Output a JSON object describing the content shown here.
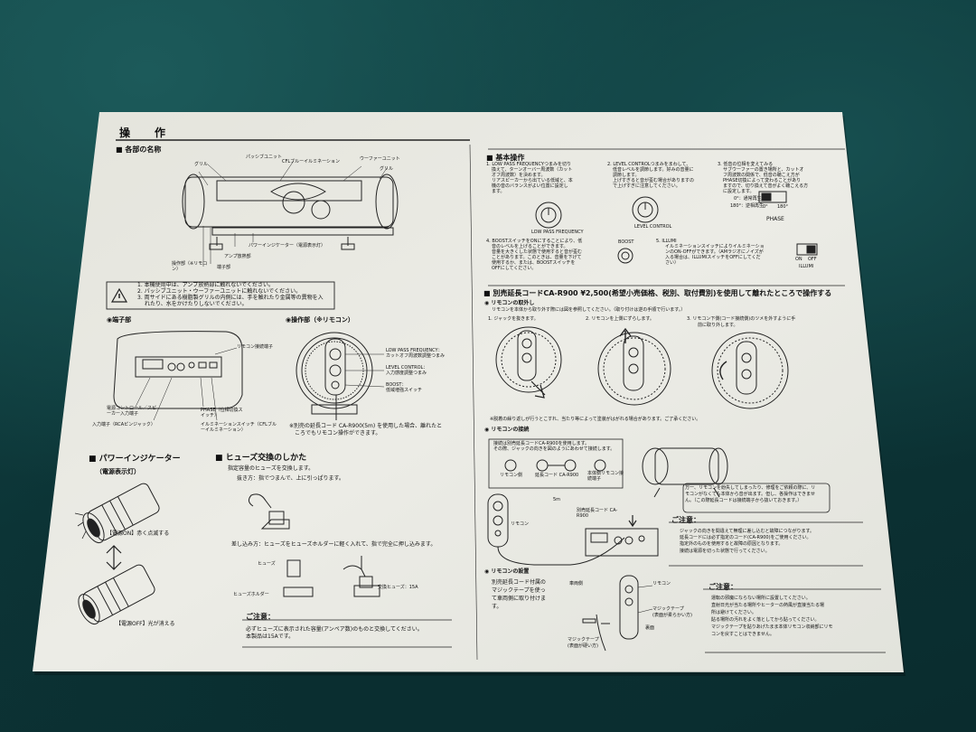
{
  "scene": {
    "cloth_color": "#0d3b3d",
    "paper_color": "#e9e9e2",
    "ink_color": "#111111"
  },
  "manual": {
    "title": "操　　作",
    "left": {
      "parts_heading": "■ 各部の名称",
      "parts_labels": [
        "パッシブユニット",
        "CFLブルーイルミネーション",
        "ウーファーユニット",
        "グリル",
        "グリル",
        "パワーインジケーター（電源表示灯）",
        "アンプ放熱部",
        "端子部",
        "操作部（※リモコン）"
      ],
      "caution": [
        "1. 本機使用中は、アンプ放熱部に触れないでください。",
        "2. パッシブユニット・ウーファーユニットに触れないでください。",
        "3. 両サイドにある樹脂製グリルの内側には、手を触れたり金属等の異物を入",
        "れたり、水をかけたりしないでください。"
      ],
      "terminal_heading": "◉端子部",
      "terminal_labels": [
        "リモコン接続端子",
        "電源コントロール／スピーカー入力端子",
        "入力端子（RCAピンジャック）",
        "PHASE（位相切換スイッチ）",
        "イルミネーションスイッチ（CFLブルーイルミネーション）"
      ],
      "control_heading": "◉操作部（※リモコン）",
      "control_labels": [
        "LOW PASS FREQUENCY：",
        "カットオフ周波数調整つまみ",
        "LEVEL CONTROL：",
        "入力感度調整つまみ",
        "BOOST：",
        "低域増強スイッチ"
      ],
      "control_note": [
        "※別売の延長コード CA-R900(5m) を使用した場合、離れたと",
        "ころでもリモコン操作ができます。"
      ],
      "indicator_heading": "■ パワーインジケーター",
      "indicator_sub": "（電源表示灯）",
      "indicator_on": "【電源ON】赤く点滅する",
      "indicator_off": "【電源OFF】光が消える",
      "fuse_heading": "■ ヒューズ交換のしかた",
      "fuse_intro": "指定容量のヒューズを交換します。",
      "fuse_remove": "抜き方：指でつまんで、上に引っぱります。",
      "fuse_insert": "差し込み方：ヒューズをヒューズホルダーに軽く入れて、指で完全に押し込みます。",
      "fuse_labels": [
        "ヒューズ",
        "ヒューズホルダー",
        "交換ヒューズ：15A"
      ],
      "fuse_note_title": "ご注意：",
      "fuse_note": [
        "必ずヒューズに表示された容量(アンペア数)のものと交換してください。",
        "本製品は15Aです。"
      ]
    },
    "right": {
      "basic_heading": "■ 基本操作",
      "step1": [
        "1. LOW PASS FREQUENCYつまみを切り",
        "換えて、ターンオーバー周波数（カット",
        "オフ周波数）を決めます。",
        "リアスピーカーから出ている低域と、本",
        "機の音のバランスがよい位置に設定し",
        "ます。"
      ],
      "step2": [
        "2. LEVEL CONTROLつまみをまわして、",
        "低音レベルを調節します。好みの音量に",
        "調節します。",
        "上げすぎると音が歪む場合がありますの",
        "で上げすぎに注意してください。"
      ],
      "step3": [
        "3. 低音の位相を変えてみる",
        "サブウーファーの置き場所と、カットオ",
        "フ周波数の関係で、低音の聴こえ方が",
        "PHASE切換によって変わることがあり",
        "ますので、切り換えて音がよく聴こえる方",
        "に設定します。",
        "0°：通常再生",
        "180°：逆相再生"
      ],
      "phase_label": "PHASE",
      "phase_values": [
        "0°",
        "180°"
      ],
      "step4": [
        "4. BOOSTスイッチをONにすることにより、低",
        "音のレベルを上げることができます。",
        "音量を大きくした状態で使用すると音が歪む",
        "ことがあります。このときは、音量を下げて",
        "使用するか、または、BOOSTスイッチを",
        "OFFにしてください。"
      ],
      "step5": [
        "5. ILLUMI",
        "イルミネーションスイッチによりイルミネーショ",
        "ンのON-OFFができます。（AMラジオにノイズが",
        "入る場合は、ILLUMIスイッチをOFFにしてくだ",
        "さい）"
      ],
      "illumi_labels": [
        "ON",
        "OFF",
        "ILLUMI"
      ],
      "knob_labels": [
        "LOW PASS FREQUENCY",
        "LEVEL CONTROL",
        "BOOST"
      ],
      "ext_heading": "■ 別売延長コードCA-R900 ¥2,500(希望小売価格、税別、取付費別)を使用して離れたところで操作する",
      "remote_remove": "◉ リモコンの取外し",
      "remote_remove_note": "リモコンを本体から取り外す際には図を参照してください。（取り付けは逆の手順で行います。）",
      "remove_steps": [
        "1. ジャックを抜きます。",
        "2. リモコンを上側にずらします。",
        "3. リモコン下側(コード接続側)のツメを外すように手",
        "前に取り外します。"
      ],
      "remove_note": "※脱着の繰り返しが行うとこすれ、当たり等によって塗装がはがれる場合があります。ご了承ください。",
      "connect_heading": "◉ リモコンの接続",
      "connect_box": [
        "接続は別売延長コードCA-R900を使用します。",
        "その際、ジャックの向きを図のようにあわせて接続します。"
      ],
      "connect_labels": [
        "リモコン側",
        "延長コード CA-R900",
        "本体側リモコン接続端子",
        "リモコン",
        "別売延長コード CA-R900",
        "5m"
      ],
      "connect_warning": [
        "万一、リモコンを紛失してしまったり、修理をご依頼の際に、リ",
        "モコンがなくても本体から音が出ます。但し、各操作はできませ",
        "ん。（この際延長コードは接続端子から抜いておきます。）"
      ],
      "connect_note_title": "ご注意：",
      "connect_note": [
        "ジャックの向きを間違えて無理に差し込むと故障につながります。",
        "延長コードには必ず指定のコード(CA-R900)をご使用ください。",
        "指定外のものを使用すると故障の原因となります。",
        "接続は電源を切った状態で行ってください。"
      ],
      "install_heading": "◉ リモコンの設置",
      "install_text": [
        "別売延長コード付属の",
        "マジックテープを使っ",
        "て車両側に取り付けま",
        "す。"
      ],
      "install_labels": [
        "車両側",
        "リモコン",
        "マジックテープ",
        "(表面が柔らかい方)",
        "裏面",
        "マジックテープ",
        "(表面が硬い方)"
      ],
      "install_note_title": "ご注意：",
      "install_note": [
        "運転の邪魔にならない場所に設置してください。",
        "直射日光が当たる場所やヒーターの熱風が直接当たる場",
        "所は避けてください。",
        "貼る場所の汚れをよく落としてから貼ってください。",
        "マジックテープを貼りあげたまま本体リモコン収納部にリモ",
        "コンを戻すことはできません。"
      ]
    }
  }
}
